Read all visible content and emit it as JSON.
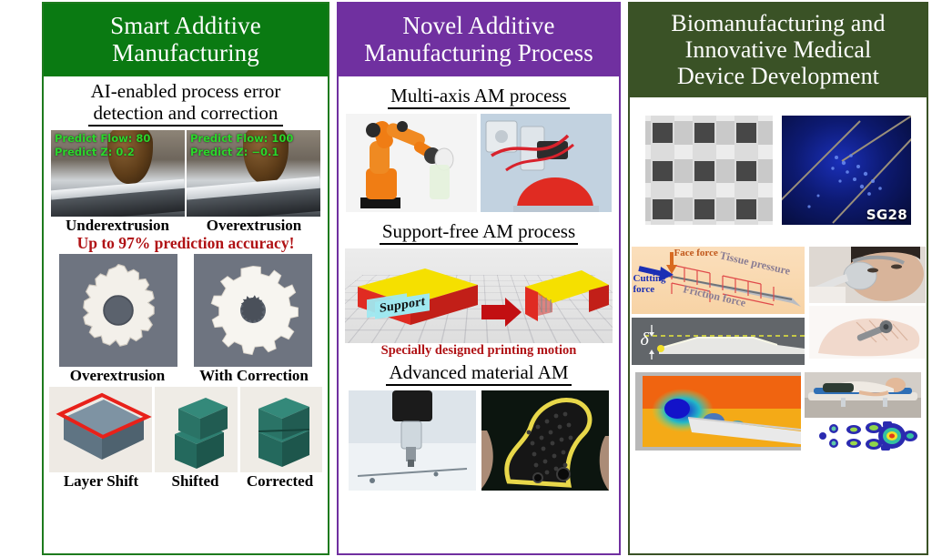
{
  "poster": {
    "panels": [
      {
        "id": "smart-additive-manufacturing",
        "header": "Smart Additive Manufacturing",
        "header_line1": "Smart Additive",
        "header_line2": "Manufacturing",
        "header_color": "#0a7a12",
        "border_color": "#1d7a1d",
        "section_title": "AI-enabled process error detection and correction",
        "section_title_line1": "AI-enabled process error",
        "section_title_line2": "detection and correction",
        "overlays": {
          "left": {
            "flow": "Predict Flow: 80",
            "z": "Predict Z: 0.2"
          },
          "right": {
            "flow": "Predict Flow: 100",
            "z": "Predict Z: −0.1"
          },
          "text_color": "#2bd72b"
        },
        "captions_extrusion": [
          "Underextrusion",
          "Overextrusion"
        ],
        "accuracy_note": "Up to 97% prediction accuracy!",
        "accuracy_color": "#b01215",
        "captions_gears": [
          "Overextrusion",
          "With Correction"
        ],
        "captions_cubes": [
          "Layer Shift",
          "Shifted",
          "Corrected"
        ]
      },
      {
        "id": "novel-additive-manufacturing-process",
        "header": "Novel Additive Manufacturing Process",
        "header_line1": "Novel Additive",
        "header_line2": "Manufacturing Process",
        "header_color": "#7030a0",
        "border_color": "#7030a0",
        "section_titles": [
          "Multi-axis AM process",
          "Support-free AM process",
          "Advanced material AM"
        ],
        "support_label": "Support",
        "printing_motion_note": "Specially designed printing motion",
        "printing_motion_color": "#b01215"
      },
      {
        "id": "biomanufacturing-and-medical-devices",
        "header": "Biomanufacturing and Innovative Medical Device Development",
        "header_line1": "Biomanufacturing and",
        "header_line2": "Innovative Medical",
        "header_line3": "Device Development",
        "header_color": "#3a5226",
        "border_color": "#3a5226",
        "fluorescence_tag": "SG28",
        "force_labels": {
          "face": "Face force",
          "cutting_line1": "Cutting",
          "cutting_line2": "force",
          "tissue": "Tissue pressure",
          "friction": "Friction force"
        },
        "delta_symbol": "δ"
      }
    ]
  }
}
